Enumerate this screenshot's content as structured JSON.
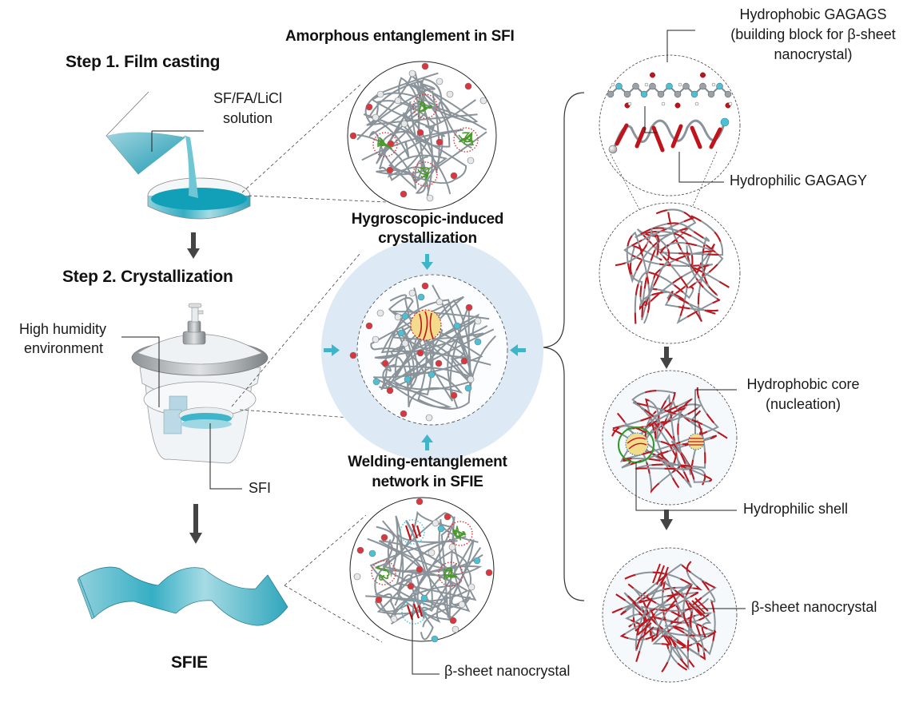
{
  "steps": {
    "step1": "Step 1. Film casting",
    "step2": "Step 2. Crystallization",
    "product": "SFIE"
  },
  "left_labels": {
    "solution_line1": "SF/FA/LiCl",
    "solution_line2": "solution",
    "humidity_line1": "High humidity",
    "humidity_line2": "environment",
    "sfi": "SFI"
  },
  "middle": {
    "panel1_title": "Amorphous entanglement in SFI",
    "panel2_title_line1": "Hygroscopic-induced",
    "panel2_title_line2": "crystallization",
    "panel3_title_line1": "Welding-entanglement",
    "panel3_title_line2": "network in SFIE",
    "beta_sheet_label": "β-sheet nanocrystal"
  },
  "right": {
    "gagags_line1": "Hydrophobic GAGAGS",
    "gagags_line2": "(building block for β-sheet",
    "gagags_line3": "nanocrystal)",
    "gagagy": "Hydrophilic GAGAGY",
    "core_line1": "Hydrophobic core",
    "core_line2": "(nucleation)",
    "shell": "Hydrophilic shell",
    "beta_sheet": "β-sheet nanocrystal"
  },
  "colors": {
    "solution_blue": "#3fb5c9",
    "chain_gray": "#8a9399",
    "hydrophobic_red": "#c0141c",
    "hydrophilic_green": "#4a9a2a",
    "water_cyan": "#4cc1d6",
    "core_yellow": "#f2dc8c",
    "halo_blue": "#dde9f5",
    "arrow_dark": "#444444"
  }
}
